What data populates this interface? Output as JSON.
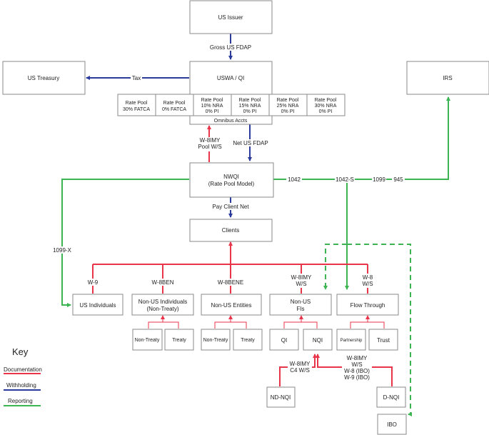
{
  "nodes": {
    "us_issuer": "US Issuer",
    "us_treasury": "US Treasury",
    "uswa_qi": "USWA / QI",
    "irs": "IRS",
    "omnibus": "Omnibus Accts",
    "nwqi_1": "NWQI",
    "nwqi_2": "(Rate Pool Model)",
    "clients": "Clients",
    "us_individuals": "US Individuals",
    "non_us_ind_1": "Non-US Individuals",
    "non_us_ind_2": "(Non-Treaty)",
    "non_us_entities": "Non-US Entities",
    "non_us_fis_1": "Non-US",
    "non_us_fis_2": "FIs",
    "flow_through": "Flow Through",
    "non_treaty_1": "Non-Treaty",
    "treaty_1": "Treaty",
    "non_treaty_2": "Non-Treaty",
    "treaty_2": "Treaty",
    "qi": "QI",
    "nqi": "NQI",
    "partnership": "Partnership",
    "trust": "Trust",
    "nd_nqi": "ND-NQI",
    "d_nqi": "D-NQI",
    "ibo": "IBO"
  },
  "rate_pools": [
    {
      "l1": "Rate Pool",
      "l2": "30% FATCA",
      "l3": ""
    },
    {
      "l1": "Rate Pool",
      "l2": "0% FATCA",
      "l3": ""
    },
    {
      "l1": "Rate Pool",
      "l2": "10% NRA",
      "l3": "0% PI"
    },
    {
      "l1": "Rate Pool",
      "l2": "15% NRA",
      "l3": "0% PI"
    },
    {
      "l1": "Rate Pool",
      "l2": "25% NRA",
      "l3": "0% PI"
    },
    {
      "l1": "Rate Pool",
      "l2": "30% NRA",
      "l3": "0% PI"
    }
  ],
  "edge_labels": {
    "gross_fdap": "Gross US FDAP",
    "tax": "Tax",
    "w8imy_1": "W-8IMY",
    "w8imy_2": "Pool W/S",
    "net_fdap": "Net US FDAP",
    "f1042": "1042",
    "f1042s": "1042-S",
    "f1099": "1099",
    "f945": "945",
    "pay_client_net": "Pay Client Net",
    "f1099x": "1099-X",
    "w9": "W-9",
    "w8ben": "W-8BEN",
    "w8bene": "W-8BENE",
    "fis_1": "W-8IMY",
    "fis_2": "W/S",
    "ft_1": "W-8",
    "ft_2": "W/S",
    "nd_1": "W-8IMY",
    "nd_2": "C4 W/S",
    "d_1": "W-8IMY",
    "d_2": "W/S",
    "d_3": "W-8 (IBO)",
    "d_4": "W-9 (IBO)"
  },
  "key": {
    "title": "Key",
    "documentation": "Documentation",
    "withholding": "Withholding",
    "reporting": "Reporting"
  },
  "colors": {
    "documentation": "#e8354a",
    "withholding": "#2a3b9c",
    "reporting": "#3cb451"
  }
}
